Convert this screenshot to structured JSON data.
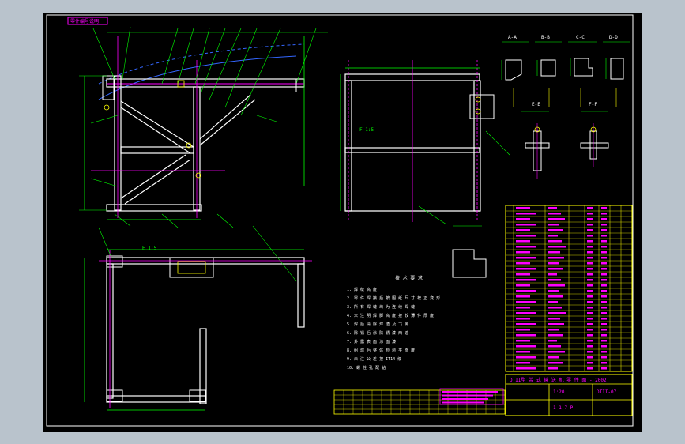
{
  "canvas": {
    "background": "#000000",
    "frame_color": "#ffffff"
  },
  "colors": {
    "white": "#ffffff",
    "yellow": "#ffff00",
    "green": "#00ff00",
    "cyan": "#00ffff",
    "magenta": "#ff00ff",
    "blue": "#3366ff",
    "red": "#ff3030"
  },
  "title_tab": {
    "label": "零件编号说明"
  },
  "section_labels": [
    "A-A",
    "B-B",
    "C-C",
    "D-D"
  ],
  "detail_labels": [
    "E-E",
    "F-F"
  ],
  "notes": {
    "heading": "技 术 要 求",
    "lines": [
      "1. 焊 缝 高 度",
      "2. 零 件 焊 接 后 按 图 纸 尺 寸 校 正 变 形",
      "3. 所 有 焊 缝 均 为 连 续 焊 缝",
      "4. 未 注 明 焊 脚 高 度 按 较 薄 件 厚 度",
      "5. 焊 后 清 除 焊 渣 及 飞 溅",
      "6. 除 锈 后 涂 防 锈 漆 两 遍",
      "7. 外 露 表 面 涂 面 漆",
      "8. 组 焊 后 整 体 检 验 平 面 度",
      "9. 未 注 公 差 按 IT14 级",
      "10. 螺 栓 孔 配 钻"
    ]
  },
  "title_block": {
    "project": "DTII型 带 式 输 送 机 零 件 图 - 2002",
    "drawing_no": "DTII-07",
    "scale": "1:20",
    "sheet": "1-1-7-P"
  }
}
